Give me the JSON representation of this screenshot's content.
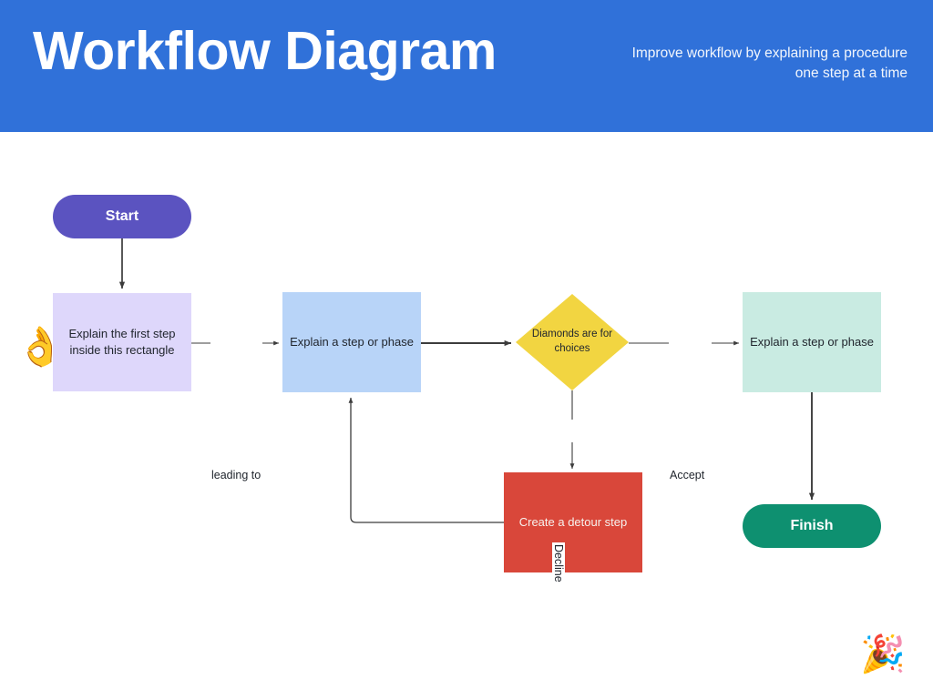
{
  "header": {
    "title": "Workflow Diagram",
    "subtitle": "Improve workflow by explaining a procedure one step at a time",
    "background_color": "#3071d9",
    "title_color": "#ffffff"
  },
  "diagram": {
    "nodes": [
      {
        "id": "start",
        "label": "Start",
        "shape": "pill",
        "fill": "#5b53c0",
        "text_color": "#ffffff"
      },
      {
        "id": "first-step",
        "label": "Explain the first step inside this rectangle",
        "shape": "rectangle",
        "fill": "#ded7fb",
        "text_color": "#21262e"
      },
      {
        "id": "step-phase-1",
        "label": "Explain a step or phase",
        "shape": "rectangle",
        "fill": "#b8d4f8",
        "text_color": "#21262e"
      },
      {
        "id": "decision",
        "label": "Diamonds are for choices",
        "shape": "diamond",
        "fill": "#f2d541",
        "text_color": "#21262e"
      },
      {
        "id": "step-phase-2",
        "label": "Explain a step or phase",
        "shape": "rectangle",
        "fill": "#c9ebe2",
        "text_color": "#21262e"
      },
      {
        "id": "detour",
        "label": "Create a detour step",
        "shape": "rectangle",
        "fill": "#d9473a",
        "text_color": "#f7f2ee"
      },
      {
        "id": "finish",
        "label": "Finish",
        "shape": "pill",
        "fill": "#0e9070",
        "text_color": "#ffffff"
      }
    ],
    "edge_labels": {
      "leading_to": "leading to",
      "accept": "Accept",
      "decline": "Decline"
    },
    "edge_color": "#3c3c3c",
    "decorations": [
      {
        "id": "ok-hand",
        "glyph": "👌"
      },
      {
        "id": "party-popper",
        "glyph": "🎉"
      }
    ]
  }
}
